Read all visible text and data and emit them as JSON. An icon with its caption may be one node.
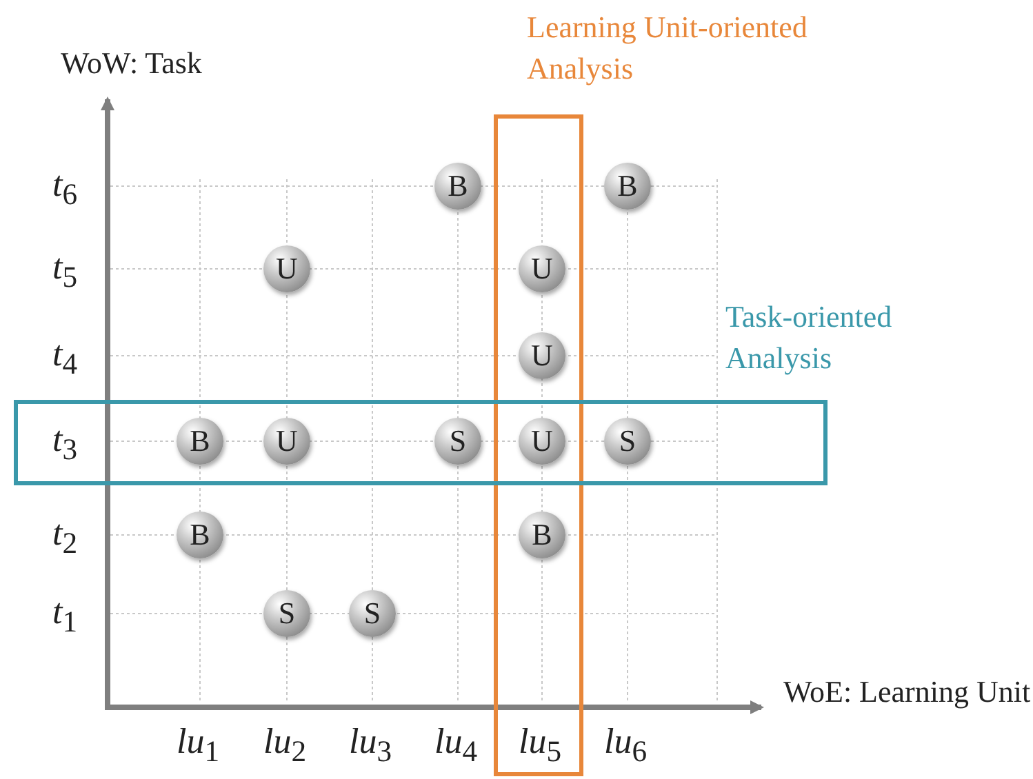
{
  "diagram": {
    "nodes": [
      {
        "text": [
          "Learning Unit-oriented Analysis"
        ]
      },
      {
        "text": [
          "B"
        ]
      },
      {
        "text": [
          "B"
        ]
      },
      {
        "text": [
          "U"
        ]
      },
      {
        "text": [
          "U"
        ],
        "in": 0
      },
      {
        "text": [
          "U"
        ],
        "in": 0
      },
      {
        "text": [
          "Task-oriented Analysis"
        ]
      },
      {
        "text": [
          "B"
        ],
        "in": 6
      },
      {
        "text": [
          "U"
        ],
        "in": 6
      },
      {
        "text": [
          "S"
        ],
        "in": 6
      },
      {
        "text": [
          "U"
        ]
      },
      {
        "text": [
          "S"
        ],
        "in": 6
      },
      {
        "text": [
          "B"
        ]
      },
      {
        "text": [
          "B"
        ],
        "in": 0
      },
      {
        "text": [
          "S"
        ]
      },
      {
        "text": [
          "S"
        ]
      }
    ],
    "edges": [],
    "labels": [
      "WoW: Task",
      "*t*$_{6}$",
      "*t*$_{5}$",
      "*t*$_{4}$",
      "*t*$_{3}$",
      "*t*$_{2}$",
      "*t*$_{1}$",
      "WoE: Learning Unit",
      "*lu*$_{1}$",
      "*lu*$_{2}$",
      "*lu*$_{3}$",
      "*lu*$_{4}$",
      "*lu*$_{5}$",
      "*lu*$_{6}$"
    ]
  }
}
